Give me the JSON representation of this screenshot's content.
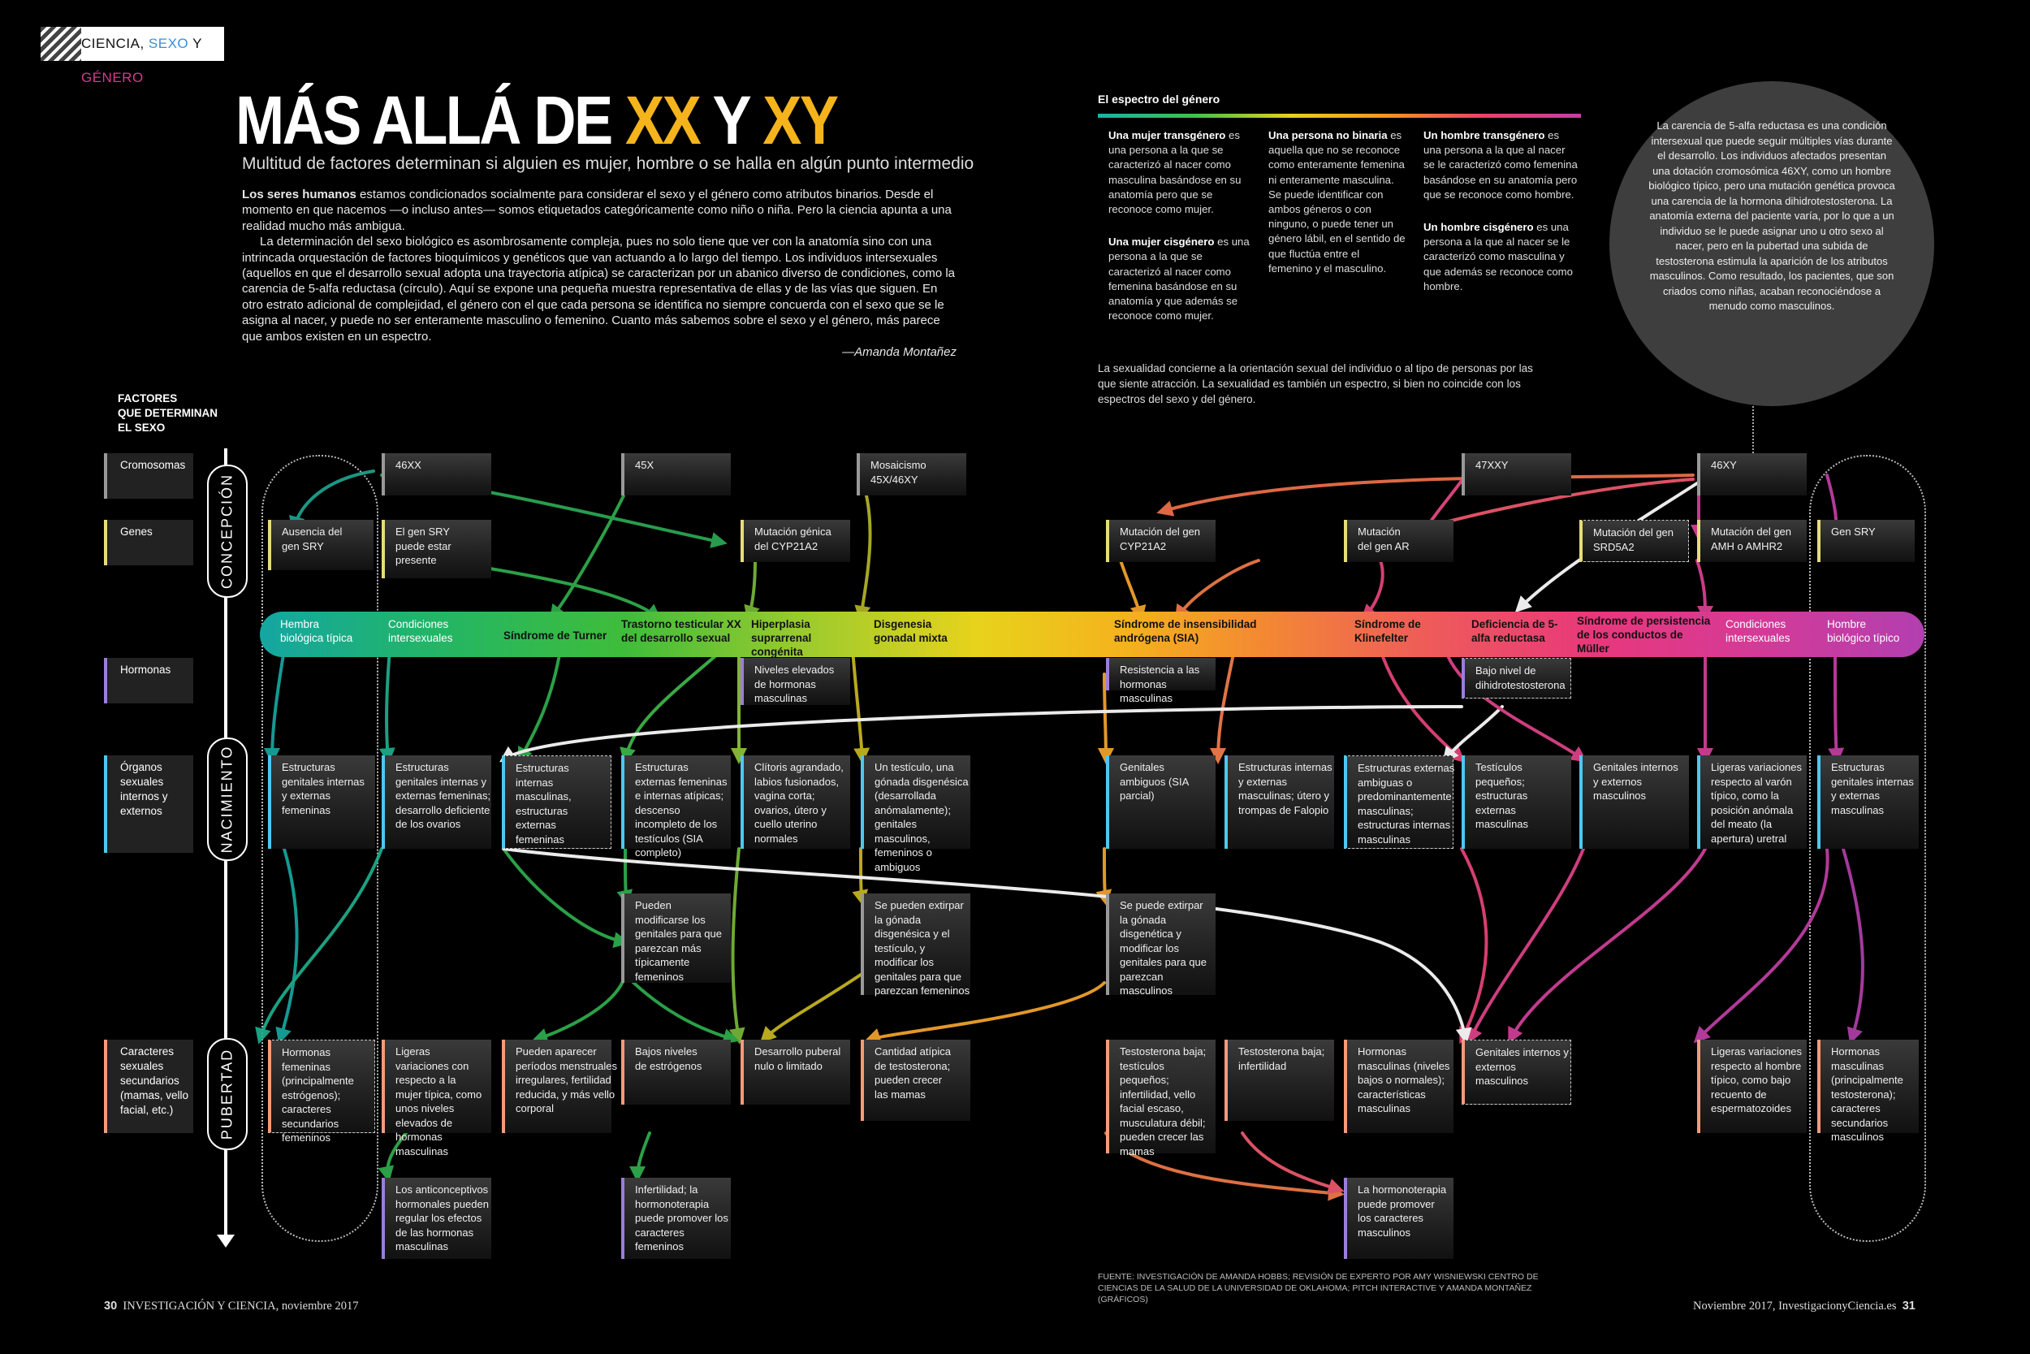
{
  "header": {
    "section_tag_1": "CIENCIA, ",
    "section_tag_2": "SEXO",
    "section_tag_3": " Y ",
    "section_tag_4": "GÉNERO",
    "title_a": "MÁS ALLÁ DE ",
    "title_b": "XX",
    "title_c": " Y ",
    "title_d": "XY",
    "subtitle": "Multitud de factores determinan si alguien es mujer, hombre o se halla en algún punto intermedio"
  },
  "intro": {
    "lead": "Los seres humanos",
    "p1": " estamos condicionados socialmente para considerar el sexo y el género como atributos binarios. Desde el momento en que nacemos —o incluso antes— somos etiquetados categóricamente como niño o niña. Pero la ciencia apunta a una realidad mucho más ambigua.",
    "p2": "La determinación del sexo biológico es asombrosamente compleja, pues no solo tiene que ver con la anatomía sino con una intrincada orquestación de factores bioquímicos y genéticos que van actuando a lo largo del tiempo. Los individuos intersexuales (aquellos en que el desarrollo sexual adopta una trayectoria atípica) se caracterizan por un abanico diverso de condiciones, como la carencia de 5-alfa reductasa (círculo). Aquí se expone una pequeña muestra representativa de ellas y de las vías que siguen. En otro estrato adicional de complejidad, el género con el que cada persona se identifica no siempre concuerda con el sexo que se le asigna al nacer, y puede no ser enteramente masculino o femenino. Cuanto más sabemos sobre el sexo y el género, más parece que ambos existen en un espectro.",
    "signature": "—Amanda Montañez"
  },
  "spectrum_box": {
    "title": "El espectro del género",
    "col1_a_bold": "Una mujer transgénero",
    "col1_a": " es una persona a la que se caracterizó al nacer como masculina basándose en su anatomía pero que se reconoce como mujer.",
    "col1_b_bold": "Una mujer cisgénero",
    "col1_b": " es una persona a la que se caracterizó al nacer como femenina basándose en su anatomía y que además se reconoce como mujer.",
    "col2_bold": "Una persona no binaria",
    "col2": " es aquella que no se reconoce como enteramente femenina ni enteramente masculina. Se puede identificar con ambos géneros o con ninguno, o puede tener un género lábil, en el sentido de que fluctúa entre el femenino y el masculino.",
    "col3_a_bold": "Un hombre transgénero",
    "col3_a": " es una persona a la que al nacer se le caracterizó como femenina basándose en su anatomía pero que se reconoce como hombre.",
    "col3_b_bold": "Un hombre cisgénero",
    "col3_b": " es una persona a la que al nacer se le caracterizó como masculina y que además se reconoce como hombre.",
    "sexuality_note": "La sexualidad concierne a la orientación sexual del individuo o al tipo de personas por las que siente atracción. La sexualidad es también un espectro, si bien no coincide con los espectros del sexo y del género."
  },
  "circle_note": "La carencia de 5-alfa reductasa es una condición intersexual que puede seguir múltiples vías durante el desarrollo. Los individuos afectados presentan una dotación cromosómica 46XY, como un hombre biológico típico, pero una mutación genética provoca una carencia de la hormona dihidrotestosterona. La anatomía externa del paciente varía, por lo que a un individuo se le puede asignar uno u otro sexo al nacer, pero en la pubertad una subida de testosterona estimula la aparición de los atributos masculinos. Como resultado, los pacientes, que son criados como niñas, acaban reconociéndose a menudo como masculinos.",
  "factors": {
    "title_1": "FACTORES",
    "title_2": "QUE DETERMINAN",
    "title_3": "EL SEXO",
    "rows": [
      "Cromosomas",
      "Genes",
      "Hormonas",
      "Órganos sexuales internos y externos",
      "Caracteres sexuales secundarios (mamas, vello facial, etc.)"
    ],
    "stages": [
      "CONCEPCIÓN",
      "NACIMIENTO",
      "PUBERTAD"
    ]
  },
  "chromosomes": [
    "46XX",
    "45X",
    "Mosaicismo 45X/46XY",
    "47XXY",
    "46XY"
  ],
  "genes": [
    "Ausencia del gen SRY",
    "El gen SRY puede estar presente",
    "Mutación génica del CYP21A2",
    "Mutación del gen CYP21A2",
    "Mutación del gen AR",
    "Mutación del gen SRD5A2",
    "Mutación del gen AMH o AMHR2",
    "Gen SRY"
  ],
  "spectrum_labels": [
    "Hembra biológica típica",
    "Condiciones intersexuales",
    "Síndrome de Turner",
    "Trastorno testicular XX del desarrollo sexual",
    "Hiperplasia suprarrenal congénita",
    "Disgenesia gonadal mixta",
    "Síndrome de insensibilidad andrógena (SIA)",
    "Síndrome de Klinefelter",
    "Deficiencia de 5-alfa reductasa",
    "Síndrome de persistencia de los conductos de Müller",
    "Condiciones intersexuales",
    "Hombre biológico típico"
  ],
  "hormones": [
    "Niveles elevados de hormonas masculinas",
    "Resistencia a las hormonas masculinas",
    "Bajo nivel de dihidrotestosterona"
  ],
  "organs": [
    "Estructuras genitales internas y externas femeninas",
    "Estructuras genitales internas y externas femeninas; desarrollo deficiente de los ovarios",
    "Estructuras internas masculinas, estructuras externas femeninas",
    "Estructuras externas femeninas e internas atípicas; descenso incompleto de los testículos (SIA completo)",
    "Clítoris agrandado, labios fusionados, vagina corta; ovarios, útero y cuello uterino normales",
    "Un testículo, una gónada disgenésica (desarrollada anómalamente); genitales masculinos, femeninos o ambiguos",
    "Genitales ambiguos (SIA parcial)",
    "Estructuras internas y externas masculinas; útero y trompas de Falopio",
    "Estructuras externas ambiguas o predominantemente masculinas; estructuras internas masculinas",
    "Testículos pequeños; estructuras externas masculinas",
    "Genitales internos y externos masculinos",
    "Ligeras variaciones respecto al varón típico, como la posición anómala del meato (la apertura) uretral",
    "Estructuras genitales internas y externas masculinas"
  ],
  "interventions": [
    "Pueden modificarse los genitales para que parezcan más típicamente femeninos",
    "Se pueden extirpar la gónada disgenésica y el testículo, y modificar los genitales para que parezcan femeninos",
    "Se puede extirpar la gónada disgenética y modificar los genitales para que parezcan masculinos"
  ],
  "puberty": [
    "Hormonas femeninas (principalmente estrógenos); caracteres secundarios femeninos",
    "Ligeras variaciones con respecto a la mujer típica, como unos niveles elevados de hormonas masculinas",
    "Pueden aparecer períodos menstruales irregulares, fertilidad reducida, y más vello corporal",
    "Bajos niveles de estrógenos",
    "Desarrollo puberal nulo o limitado",
    "Cantidad atípica de testosterona; pueden crecer las mamas",
    "Testosterona baja; testículos pequeños; infertilidad, vello facial escaso, musculatura débil; pueden crecer las mamas",
    "Testosterona baja; infertilidad",
    "Hormonas masculinas (niveles bajos o normales); características masculinas",
    "Genitales internos y externos masculinos",
    "Ligeras variaciones respecto al hombre típico, como bajo recuento de espermatozoides",
    "Hormonas masculinas (principalmente testosterona); caracteres secundarios masculinos"
  ],
  "later": [
    "Los anticonceptivos hormonales pueden regular los efectos de las hormonas masculinas",
    "Infertilidad; la hormonoterapia puede promover los caracteres femeninos",
    "La hormonoterapia puede promover los caracteres masculinos"
  ],
  "footer": {
    "left_num": "30",
    "left_text": "INVESTIGACIÓN Y CIENCIA, noviembre 2017",
    "right_text": "Noviembre 2017, InvestigacionyCiencia.es",
    "right_num": "31",
    "source": "FUENTE: INVESTIGACIÓN DE AMANDA HOBBS; REVISIÓN DE EXPERTO POR AMY WISNIEWSKI CENTRO DE CIENCIAS DE LA SALUD DE LA UNIVERSIDAD DE OKLAHOMA; PITCH INTERACTIVE Y AMANDA MONTAÑEZ (gráficos)"
  },
  "colors": {
    "teal": "#17a79f",
    "green": "#2fb05a",
    "yellow": "#c9b820",
    "orange": "#f29b2a",
    "pink": "#e8457a",
    "magenta": "#c23fa6"
  }
}
